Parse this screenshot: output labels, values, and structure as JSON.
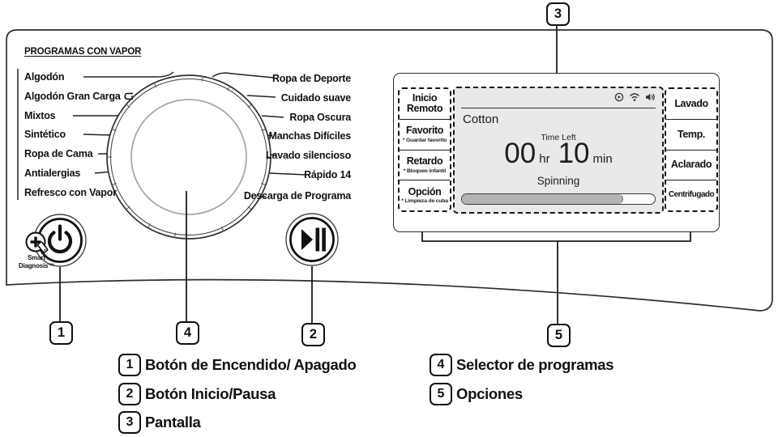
{
  "panel": {
    "heading": "PROGRAMAS CON VAPOR",
    "left_programs": [
      "Algodón",
      "Algodón Gran Carga",
      "Mixtos",
      "Sintético",
      "Ropa de Cama",
      "Antialergias",
      "Refresco con Vapor"
    ],
    "right_programs": [
      "Ropa de Deporte",
      "Cuidado suave",
      "Ropa Oscura",
      "Manchas Difíciles",
      "Lavado silencioso",
      "Rápido 14",
      "Descarga de Programa"
    ],
    "smart_diagnosis_line1": "Smart",
    "smart_diagnosis_line2": "Diagnosis™"
  },
  "display": {
    "left_buttons": [
      {
        "label": "Inicio Remoto",
        "sub": ""
      },
      {
        "label": "Favorito",
        "sub": "* Guardar favorito"
      },
      {
        "label": "Retardo",
        "sub": "* Bloqueo infantil"
      },
      {
        "label": "Opción",
        "sub": "* Limpieza de cuba"
      }
    ],
    "right_buttons": [
      {
        "label": "Lavado"
      },
      {
        "label": "Temp."
      },
      {
        "label": "Aclarado"
      },
      {
        "label": "Centrifugado"
      }
    ],
    "screen": {
      "program": "Cotton",
      "time_left_label": "Time Left",
      "hours": "00",
      "hours_unit": "hr",
      "minutes": "10",
      "minutes_unit": "min",
      "status": "Spinning",
      "progress_percent": 83,
      "status_icons": [
        "remote-start",
        "wifi",
        "sound"
      ]
    }
  },
  "callouts": {
    "one": "1",
    "two": "2",
    "three": "3",
    "four": "4",
    "five": "5"
  },
  "legend": {
    "items": [
      {
        "num": "1",
        "label": "Botón de Encendido/ Apagado"
      },
      {
        "num": "2",
        "label": "Botón Inicio/Pausa"
      },
      {
        "num": "3",
        "label": "Pantalla"
      },
      {
        "num": "4",
        "label": "Selector de programas"
      },
      {
        "num": "5",
        "label": "Opciones"
      }
    ]
  },
  "colors": {
    "ink": "#1a1a1a",
    "screen_bg": "#e9e9e9",
    "progress_fill": "#b4b4b4",
    "panel_bg": "#ffffff"
  }
}
